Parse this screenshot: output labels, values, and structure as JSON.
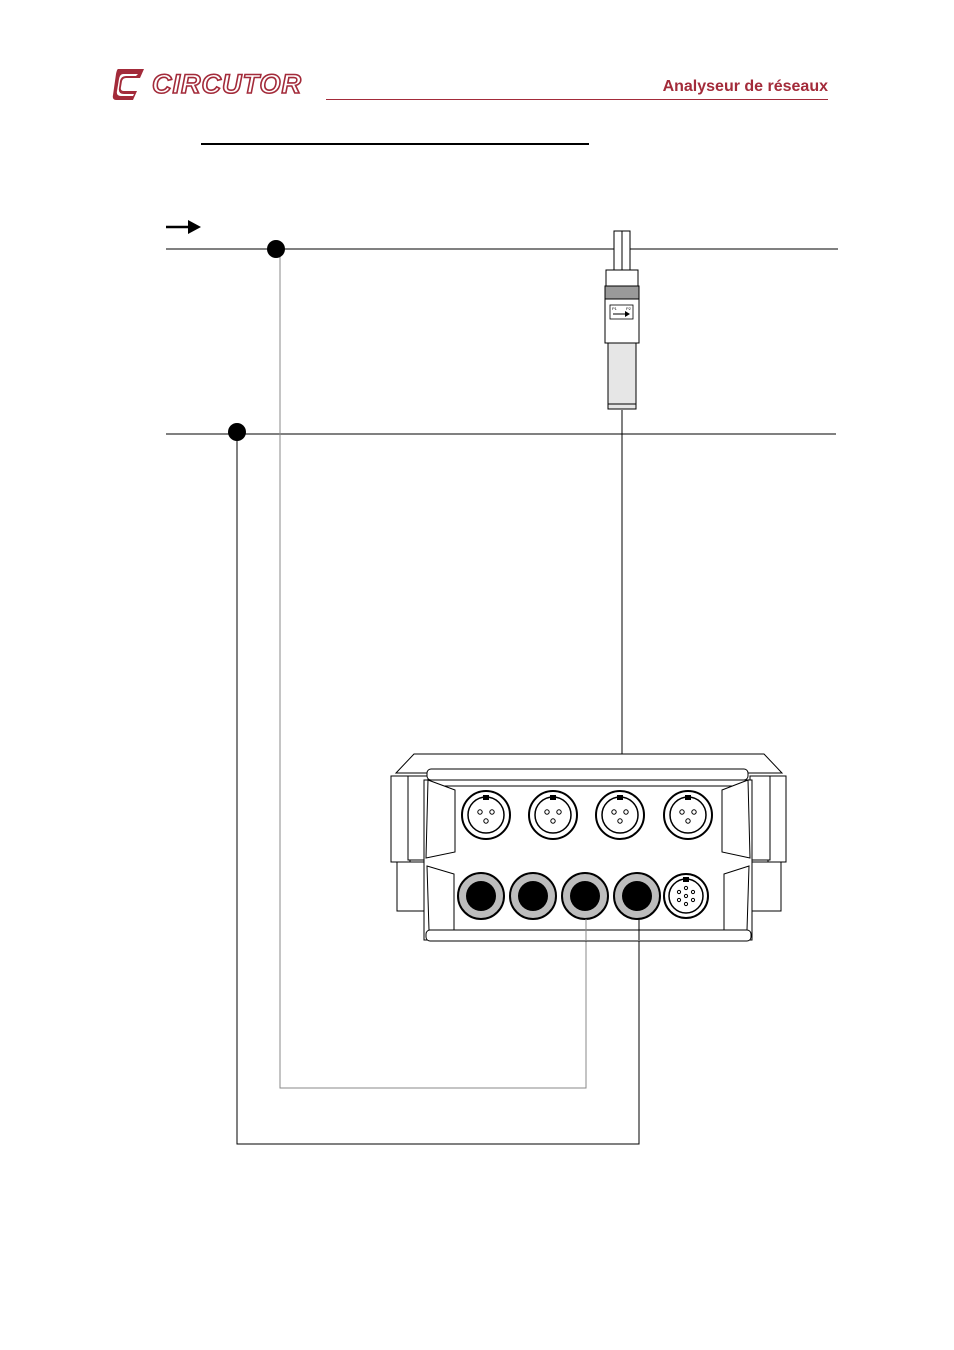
{
  "header": {
    "brand_name": "CIRCUTOR",
    "document_title": "Analyseur de réseaux"
  },
  "colors": {
    "brand": "#a32b3a",
    "line": "#000000",
    "gray_wire": "#888888",
    "connector_ring": "#bdbdbd"
  },
  "icons": {
    "logo": "circutor-logo-icon",
    "flow_arrow": "arrow-right-icon",
    "clamp": "current-clamp-icon",
    "clamp_direction": "p1-p2-arrow-icon"
  },
  "clamp": {
    "label_p1": "P1",
    "label_p2": "P2"
  }
}
